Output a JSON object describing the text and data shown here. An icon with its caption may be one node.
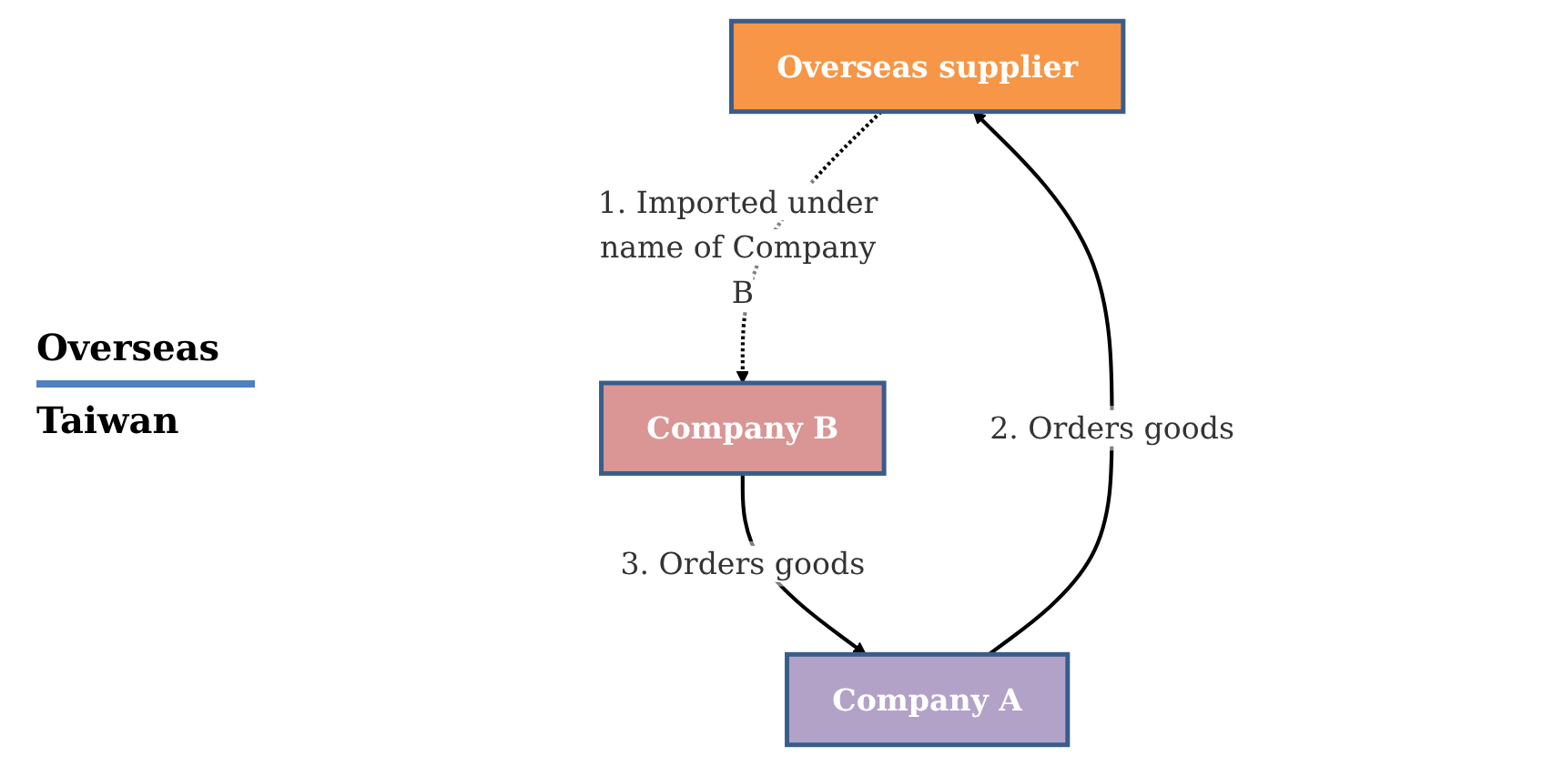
{
  "diagram": {
    "nodes": [
      {
        "text": [
          "Overseas supplier"
        ]
      },
      {
        "text": [
          "Company A"
        ]
      },
      {
        "text": [
          "Company B"
        ]
      }
    ],
    "edges": [
      {
        "from": 1,
        "to": 0,
        "arrow": "to",
        "label": "2. Orders goods"
      },
      {
        "from": 0,
        "to": 2,
        "arrow": "to",
        "label": "1. Imported under name of Company B",
        "style": "dashed"
      },
      {
        "from": 2,
        "to": 1,
        "arrow": "to",
        "label": "3. Orders goods"
      }
    ],
    "labels": [
      "Overseas",
      "Taiwan"
    ]
  }
}
